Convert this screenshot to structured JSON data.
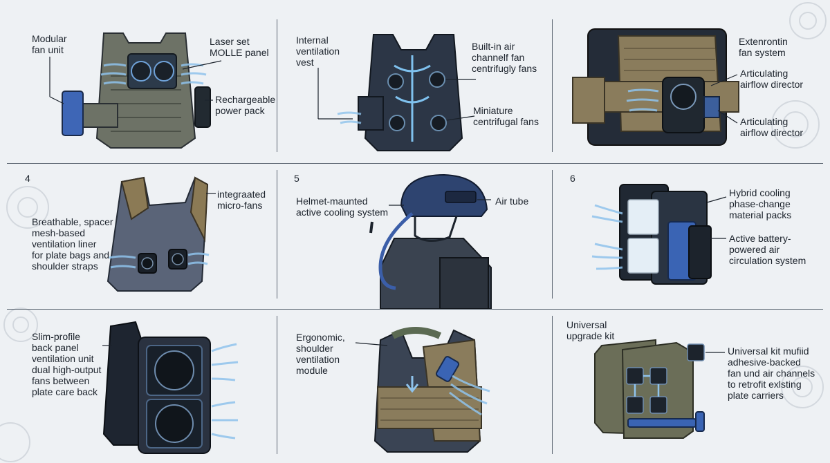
{
  "panels": [
    {
      "number": "",
      "labels": [
        {
          "id": "modular-fan-unit",
          "text": "Modular\nfan unit"
        },
        {
          "id": "laser-set-molle-panel",
          "text": "Laser set\nMOLLE panel"
        },
        {
          "id": "rechargeable-power-pack",
          "text": "Rechargeable\npower pack"
        }
      ]
    },
    {
      "number": "",
      "labels": [
        {
          "id": "internal-ventilation-vest",
          "text": "Internal\nventilation\nvest"
        },
        {
          "id": "built-in-air-channel-fan",
          "text": "Built-in air\nchannelf fan\ncentrifugly fans"
        },
        {
          "id": "miniature-centrifugal-fans",
          "text": "Miniature\ncentrifugal fans"
        }
      ]
    },
    {
      "number": "",
      "labels": [
        {
          "id": "extenrontin-fan-system",
          "text": "Extenrontin\nfan system"
        },
        {
          "id": "articulating-airflow-director-1",
          "text": "Articulating\nairflow director"
        },
        {
          "id": "articulating-airflow-director-2",
          "text": "Articulating\nairflow director"
        }
      ]
    },
    {
      "number": "4",
      "labels": [
        {
          "id": "integraated-micro-fans",
          "text": "integraated\nmicro-fans"
        },
        {
          "id": "breathable-spacer-mesh",
          "text": "Breathable, spacer\nmesh-based\nventilation liner\nfor plate bags and\nshoulder straps"
        }
      ]
    },
    {
      "number": "5",
      "labels": [
        {
          "id": "helmet-maunted-cooling",
          "text": "Helmet-maunted\nactive cooling system"
        },
        {
          "id": "air-tube",
          "text": "Air tube"
        }
      ]
    },
    {
      "number": "6",
      "labels": [
        {
          "id": "hybrid-cooling-packs",
          "text": "Hybrid cooling\nphase-change\nmaterial packs"
        },
        {
          "id": "active-battery-air-circulation",
          "text": "Active battery-\npowered air\ncirculation system"
        }
      ]
    },
    {
      "number": "",
      "labels": [
        {
          "id": "slim-profile-back-panel",
          "text": "Slim-profile\nback panel\nventilation unit\ndual high-output\nfans between\nplate care back"
        }
      ]
    },
    {
      "number": "",
      "labels": [
        {
          "id": "ergonomic-shoulder-module",
          "text": "Ergonomic,\nshoulder\nventilation\nmodule"
        }
      ]
    },
    {
      "number": "",
      "labels": [
        {
          "id": "universal-upgrade-kit",
          "text": "Universal\nupgrade kit"
        },
        {
          "id": "universal-kit-mufiid",
          "text": "Universal kit mufiid\nadhesive-backed\nfan und air channels\nto retrofit exlsting\nplate carriers"
        }
      ]
    }
  ]
}
